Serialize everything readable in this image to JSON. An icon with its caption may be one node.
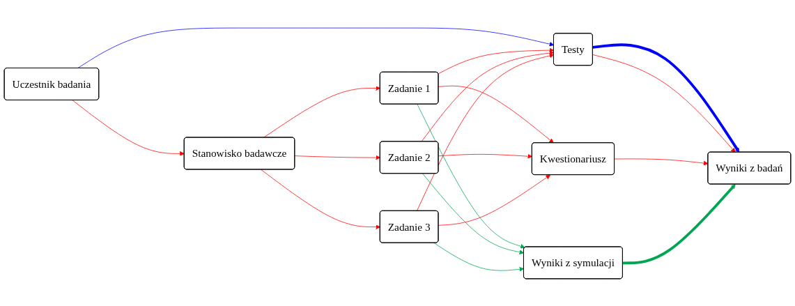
{
  "diagram": {
    "nodes": [
      {
        "text": [
          "Uczestnik badania"
        ]
      },
      {
        "text": [
          "Stanowisko badawcze"
        ]
      },
      {
        "text": [
          "Zadanie 1"
        ]
      },
      {
        "text": [
          "Zadanie 2"
        ]
      },
      {
        "text": [
          "Zadanie 3"
        ]
      },
      {
        "text": [
          "Testy"
        ]
      },
      {
        "text": [
          "Kwestionariusz"
        ]
      },
      {
        "text": [
          "Wyniki z symulacji"
        ]
      },
      {
        "text": [
          "Wyniki z badań"
        ]
      }
    ],
    "edges": [
      {
        "from": 0,
        "to": 5,
        "arrow": "to",
        "color": "#0000ff"
      },
      {
        "from": 0,
        "to": 1,
        "arrow": "to"
      },
      {
        "from": 1,
        "to": 2,
        "arrow": "to"
      },
      {
        "from": 1,
        "to": 3,
        "arrow": "to"
      },
      {
        "from": 1,
        "to": 4,
        "arrow": "to"
      },
      {
        "from": 2,
        "to": 5,
        "arrow": "to"
      },
      {
        "from": 2,
        "to": 6,
        "arrow": "to"
      },
      {
        "from": 3,
        "to": 5,
        "arrow": "to"
      },
      {
        "from": 3,
        "to": 6,
        "arrow": "to"
      },
      {
        "from": 4,
        "to": 5,
        "arrow": "to"
      },
      {
        "from": 4,
        "to": 6,
        "arrow": "to"
      },
      {
        "from": 2,
        "to": 7,
        "arrow": "to",
        "color": "#00a651"
      },
      {
        "from": 3,
        "to": 7,
        "arrow": "to",
        "color": "#00a651"
      },
      {
        "from": 4,
        "to": 7,
        "arrow": "to",
        "color": "#00a651"
      },
      {
        "from": 5,
        "to": 8,
        "arrow": "to",
        "style": "thick",
        "color": "#0000ff"
      },
      {
        "from": 5,
        "to": 8,
        "arrow": "to"
      },
      {
        "from": 6,
        "to": 8,
        "arrow": "to"
      },
      {
        "from": 7,
        "to": 8,
        "arrow": "to",
        "style": "thick",
        "color": "#00a651"
      }
    ]
  }
}
